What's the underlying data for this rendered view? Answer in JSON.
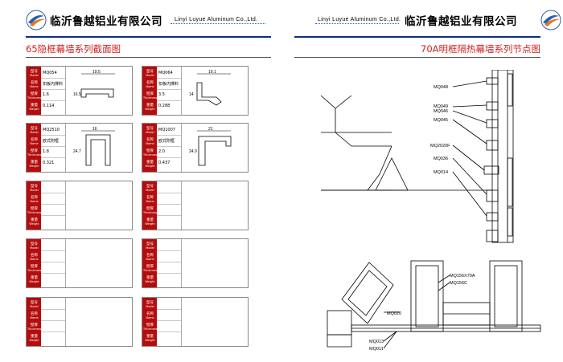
{
  "header": {
    "company_cn": "临沂鲁越铝业有限公司",
    "company_en": "Linyi Luyue Aluminum Co.,Ltd."
  },
  "left_section": {
    "title": "65隐框幕墙系列截面图",
    "labels": {
      "model": "型号",
      "model_en": "Model",
      "name": "名称",
      "name_en": "Name",
      "thickness": "壁厚",
      "thickness_en": "Thickness",
      "weight": "重量",
      "weight_en": "Weight"
    },
    "cards": [
      {
        "model": "MQ054",
        "name": "扣板内撑料",
        "thickness": "1.6",
        "weight": "0.114",
        "dims": [
          "19.5",
          "16.5"
        ]
      },
      {
        "model": "MQ064",
        "name": "扣板内撑料",
        "thickness": "3.5",
        "weight": "0.288",
        "dims": [
          "19.1",
          "14"
        ]
      },
      {
        "model": "MQ2510",
        "name": "欧式附框",
        "thickness": "1.8",
        "weight": "0.321",
        "dims": [
          "16",
          "24.7"
        ]
      },
      {
        "model": "MQ1007",
        "name": "欧式附框",
        "thickness": "2.0",
        "weight": "0.437",
        "dims": [
          "21",
          "24.9"
        ]
      },
      {
        "model": "",
        "name": "",
        "thickness": "",
        "weight": ""
      },
      {
        "model": "",
        "name": "",
        "thickness": "",
        "weight": ""
      },
      {
        "model": "",
        "name": "",
        "thickness": "",
        "weight": ""
      },
      {
        "model": "",
        "name": "",
        "thickness": "",
        "weight": ""
      },
      {
        "model": "",
        "name": "",
        "thickness": "",
        "weight": ""
      },
      {
        "model": "",
        "name": "",
        "thickness": "",
        "weight": ""
      }
    ]
  },
  "right_section": {
    "title": "70A明框隔热幕墙系列节点图",
    "callouts_upper": [
      "MQ048",
      "MQ049",
      "MQ046",
      "MQ045",
      "MQ2020F",
      "MQ036",
      "MQ014"
    ],
    "callouts_lower": [
      "MQ156X70A",
      "MQ156C",
      "MQ020",
      "MQ013",
      "MQ011"
    ]
  },
  "colors": {
    "brand_navy": "#0d2f76",
    "accent_red": "#d42020",
    "label_red": "#b40d0d"
  }
}
